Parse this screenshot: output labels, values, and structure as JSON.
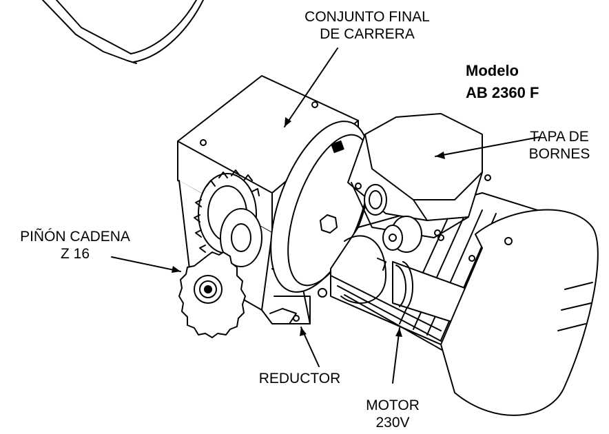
{
  "model": {
    "line1": "Modelo",
    "line2": "AB 2360 F"
  },
  "labels": {
    "limit_switch": {
      "line1": "CONJUNTO FINAL",
      "line2": "DE CARRERA"
    },
    "terminal_cover": {
      "line1": "TAPA DE",
      "line2": "BORNES"
    },
    "chain_pinion": {
      "line1": "PIÑÓN CADENA",
      "line2": "Z 16"
    },
    "reducer": {
      "line1": "REDUCTOR"
    },
    "motor": {
      "line1": "MOTOR",
      "line2": "230V"
    }
  },
  "colors": {
    "ink": "#000000",
    "paper": "#ffffff",
    "shade": "#d9d9d9"
  }
}
